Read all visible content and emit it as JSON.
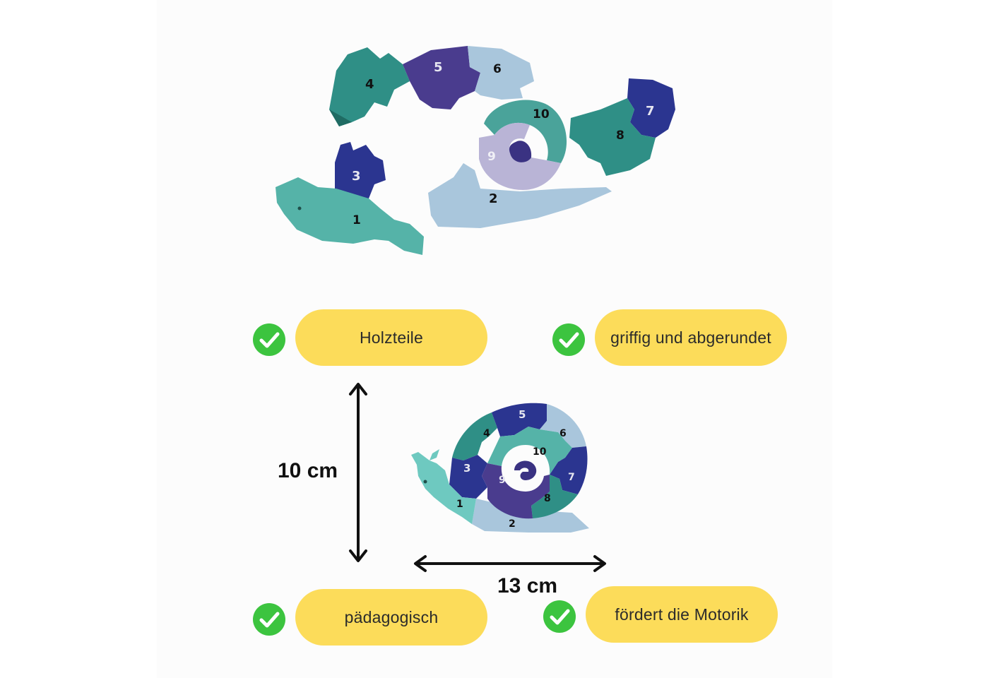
{
  "features": {
    "top_left": "Holzteile",
    "top_right": "griffig und abgerundet",
    "bottom_left": "pädagogisch",
    "bottom_right": "fördert die Motorik"
  },
  "dimensions": {
    "height": "10 cm",
    "width": "13 cm"
  },
  "puzzle_numbers": [
    "1",
    "2",
    "3",
    "4",
    "5",
    "6",
    "7",
    "8",
    "9",
    "10"
  ],
  "colors": {
    "pill": "#fcdc5a",
    "check": "#3cc43f",
    "teal": "#2f8f86",
    "mint": "#55b3a8",
    "navy": "#2b3590",
    "purple": "#4a3c8e",
    "light_blue": "#a9c6dc",
    "lavender": "#b9b4d6"
  }
}
